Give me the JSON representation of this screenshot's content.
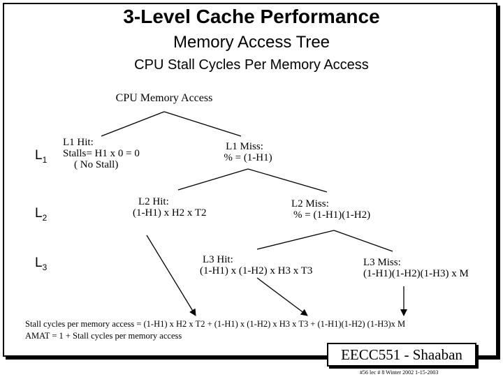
{
  "titles": {
    "main": "3-Level Cache Performance",
    "sub": "Memory Access Tree",
    "sub2": "CPU  Stall Cycles Per Memory Access"
  },
  "root": "CPU Memory  Access",
  "levels": {
    "l1": {
      "letter": "L",
      "sub": "1"
    },
    "l2": {
      "letter": "L",
      "sub": "2"
    },
    "l3": {
      "letter": "L",
      "sub": "3"
    }
  },
  "nodes": {
    "l1_hit": {
      "line1": "L1  Hit:",
      "line2": "Stalls= H1 x 0 = 0",
      "line3": "( No Stall)"
    },
    "l1_miss": {
      "line1": "L1  Miss:",
      "line2": "%  =  (1-H1)"
    },
    "l2_hit": {
      "line1": "L2  Hit:",
      "line2": "(1-H1) x H2 x T2"
    },
    "l2_miss": {
      "line1": "L2   Miss:",
      "line2": "%  =    (1-H1)(1-H2)"
    },
    "l3_hit": {
      "line1": "L3  Hit:",
      "line2": "(1-H1) x (1-H2) x H3 x  T3"
    },
    "l3_miss": {
      "line1": "L3   Miss:",
      "line2": "(1-H1)(1-H2)(1-H3) x M"
    }
  },
  "formulas": {
    "stall": "Stall cycles per memory access   =  (1-H1) x H2 x T2  +  (1-H1) x (1-H2) x H3 x T3   + (1-H1)(1-H2) (1-H3)x M",
    "amat": "AMAT  =  1  + Stall cycles per memory access"
  },
  "badge": "EECC551 - Shaaban",
  "footer": "#56   lec # 8   Winter 2002  1-15-2003"
}
